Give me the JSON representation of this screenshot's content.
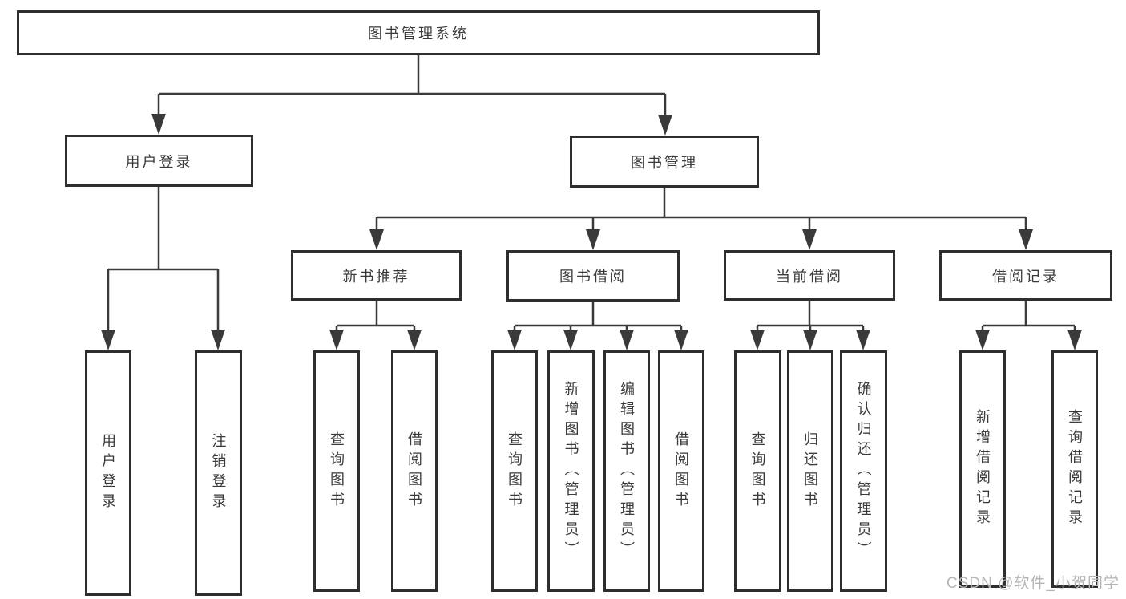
{
  "diagram": {
    "type": "tree",
    "root": {
      "label": "图书管理系统",
      "children": [
        {
          "label": "用户登录",
          "children": [
            {
              "label": "用户登录"
            },
            {
              "label": "注销登录"
            }
          ]
        },
        {
          "label": "图书管理",
          "children": [
            {
              "label": "新书推荐",
              "children": [
                {
                  "label": "查询图书"
                },
                {
                  "label": "借阅图书"
                }
              ]
            },
            {
              "label": "图书借阅",
              "children": [
                {
                  "label": "查询图书"
                },
                {
                  "label": "新增图书（管理员）"
                },
                {
                  "label": "编辑图书（管理员）"
                },
                {
                  "label": "借阅图书"
                }
              ]
            },
            {
              "label": "当前借阅",
              "children": [
                {
                  "label": "查询图书"
                },
                {
                  "label": "归还图书"
                },
                {
                  "label": "确认归还（管理员）"
                }
              ]
            },
            {
              "label": "借阅记录",
              "children": [
                {
                  "label": "新增借阅记录"
                },
                {
                  "label": "查询借阅记录"
                }
              ]
            }
          ]
        }
      ]
    },
    "colors": {
      "line": "#3a3a3a",
      "box_border": "#2e2e2e",
      "text": "#3a3a3a",
      "background": "#ffffff"
    }
  },
  "watermark": {
    "text": "CSDN @软件_小贺同学",
    "color": "#b5b5b5"
  }
}
